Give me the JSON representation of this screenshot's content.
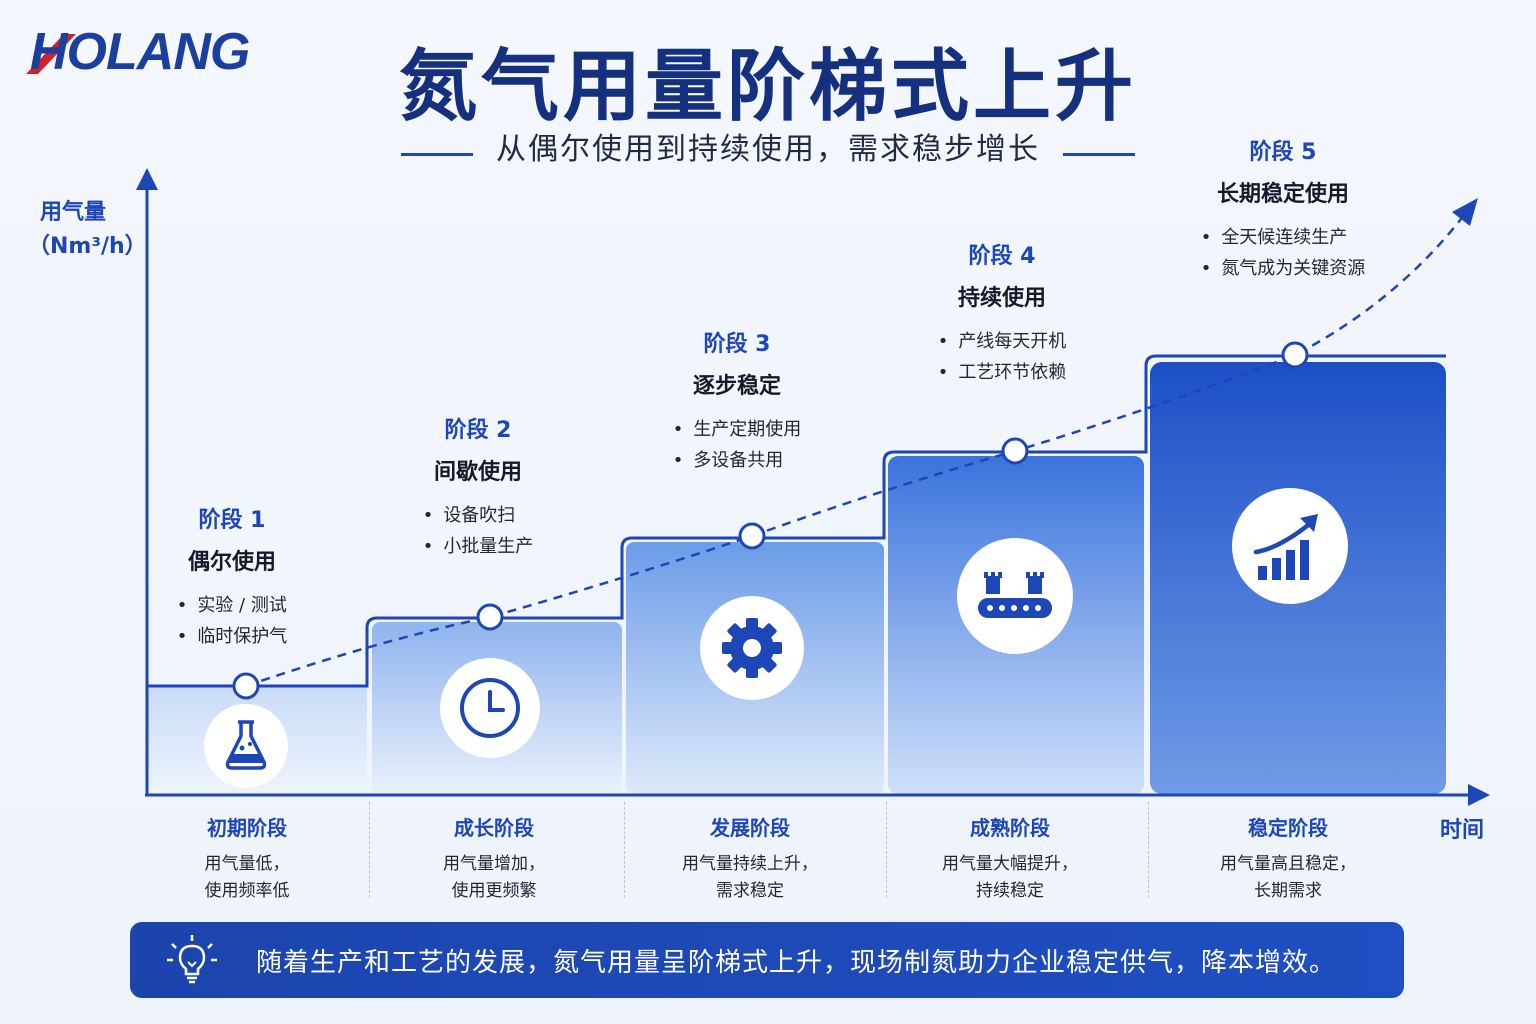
{
  "brand": {
    "logo_text": "HOLANG",
    "accent": "#1b3f9e",
    "accent_red": "#d0202a"
  },
  "header": {
    "title": "氮气用量阶梯式上升",
    "subtitle": "从偶尔使用到持续使用，需求稳步增长"
  },
  "axes": {
    "y_label": "用气量",
    "y_unit": "（Nm³/h）",
    "x_label": "时间"
  },
  "stages": [
    {
      "no": "阶段 1",
      "name": "偶尔使用",
      "bullets": [
        "实验 / 测试",
        "临时保护气"
      ],
      "icon": "flask-icon"
    },
    {
      "no": "阶段 2",
      "name": "间歇使用",
      "bullets": [
        "设备吹扫",
        "小批量生产"
      ],
      "icon": "clock-icon"
    },
    {
      "no": "阶段 3",
      "name": "逐步稳定",
      "bullets": [
        "生产定期使用",
        "多设备共用"
      ],
      "icon": "gear-icon"
    },
    {
      "no": "阶段 4",
      "name": "持续使用",
      "bullets": [
        "产线每天开机",
        "工艺环节依赖"
      ],
      "icon": "conveyor-icon"
    },
    {
      "no": "阶段 5",
      "name": "长期稳定使用",
      "bullets": [
        "全天候连续生产",
        "氮气成为关键资源"
      ],
      "icon": "growth-chart-icon"
    }
  ],
  "phases": [
    {
      "name": "初期阶段",
      "desc1": "用气量低，",
      "desc2": "使用频率低"
    },
    {
      "name": "成长阶段",
      "desc1": "用气量增加，",
      "desc2": "使用更频繁"
    },
    {
      "name": "发展阶段",
      "desc1": "用气量持续上升，",
      "desc2": "需求稳定"
    },
    {
      "name": "成熟阶段",
      "desc1": "用气量大幅提升，",
      "desc2": "持续稳定"
    },
    {
      "name": "稳定阶段",
      "desc1": "用气量高且稳定，",
      "desc2": "长期需求"
    }
  ],
  "footer": {
    "text": "随着生产和工艺的发展，氮气用量呈阶梯式上升，现场制氮助力企业稳定供气，降本增效。"
  },
  "colors": {
    "primary": "#1d46b6",
    "dark_blue": "#15307f",
    "step_top": "#1f4fc2",
    "step_light": "#dce7fb"
  }
}
